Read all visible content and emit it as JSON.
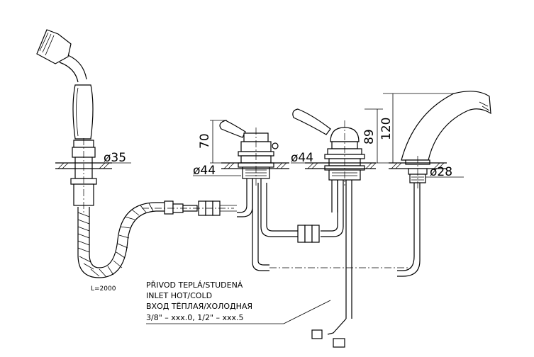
{
  "dimensions": {
    "handshower_collar": "ø35",
    "hose_length": "L=2000",
    "left_valve_height": "70",
    "left_valve_collar": "ø44",
    "right_valve_height": "89",
    "right_valve_collar": "ø44",
    "spout_height": "120",
    "spout_collar": "ø28"
  },
  "inlet_note": {
    "line1": "PŘIVOD TEPLÁ/STUDENÁ",
    "line2": "INLET HOT/COLD",
    "line3": "ВХОД ТЁПЛАЯ/ХОЛОДНАЯ",
    "line4": "3/8\" – xxx.0, 1/2\" – xxx.5"
  }
}
